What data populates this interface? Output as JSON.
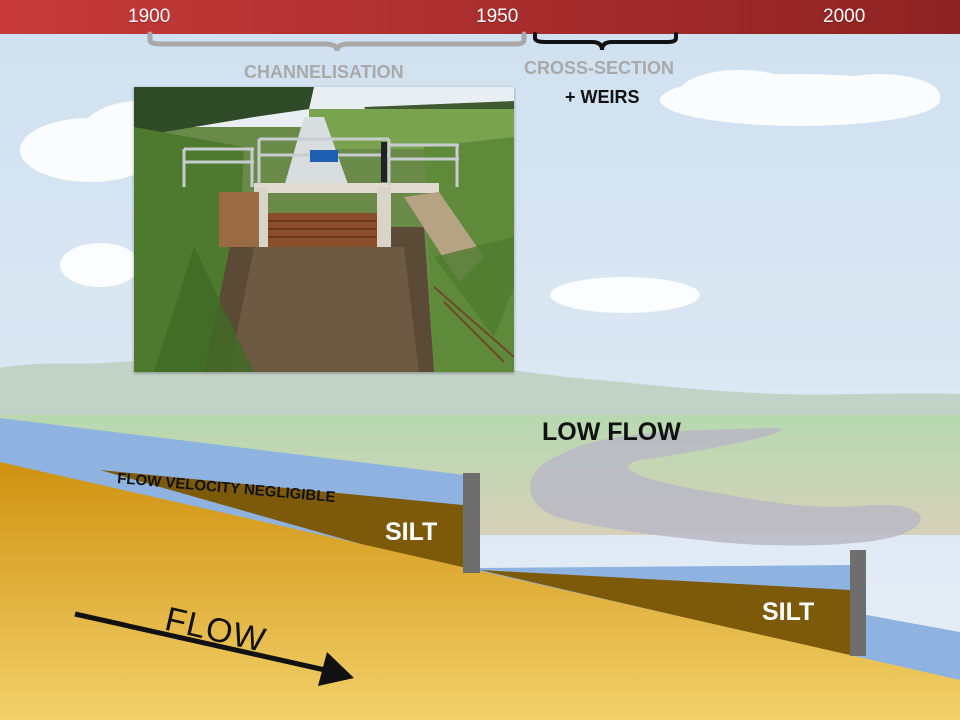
{
  "timeline": {
    "years": [
      "1900",
      "1950",
      "2000"
    ],
    "bar_color": "#b8302f"
  },
  "periods": {
    "channelisation": "CHANNELISATION",
    "cross_section": "CROSS-SECTION",
    "weirs": "+ WEIRS",
    "inactive_color": "#a9a9a9",
    "active_color": "#111111"
  },
  "diagram": {
    "low_flow": "LOW FLOW",
    "velocity_note": "FLOW VELOCITY NEGLIGIBLE",
    "silt_upper": "SILT",
    "silt_lower": "SILT",
    "flow_label": "FLOW",
    "colors": {
      "water": "#8fb3e0",
      "silt": "#7d5a0a",
      "ground": "#d89c16",
      "weir": "#6e6e6e",
      "sky": "#d9e6f2"
    }
  },
  "photo": {
    "subject": "concrete weir with metal railings in a channelised drainage ditch",
    "sign_color": "#1f5fb0"
  }
}
